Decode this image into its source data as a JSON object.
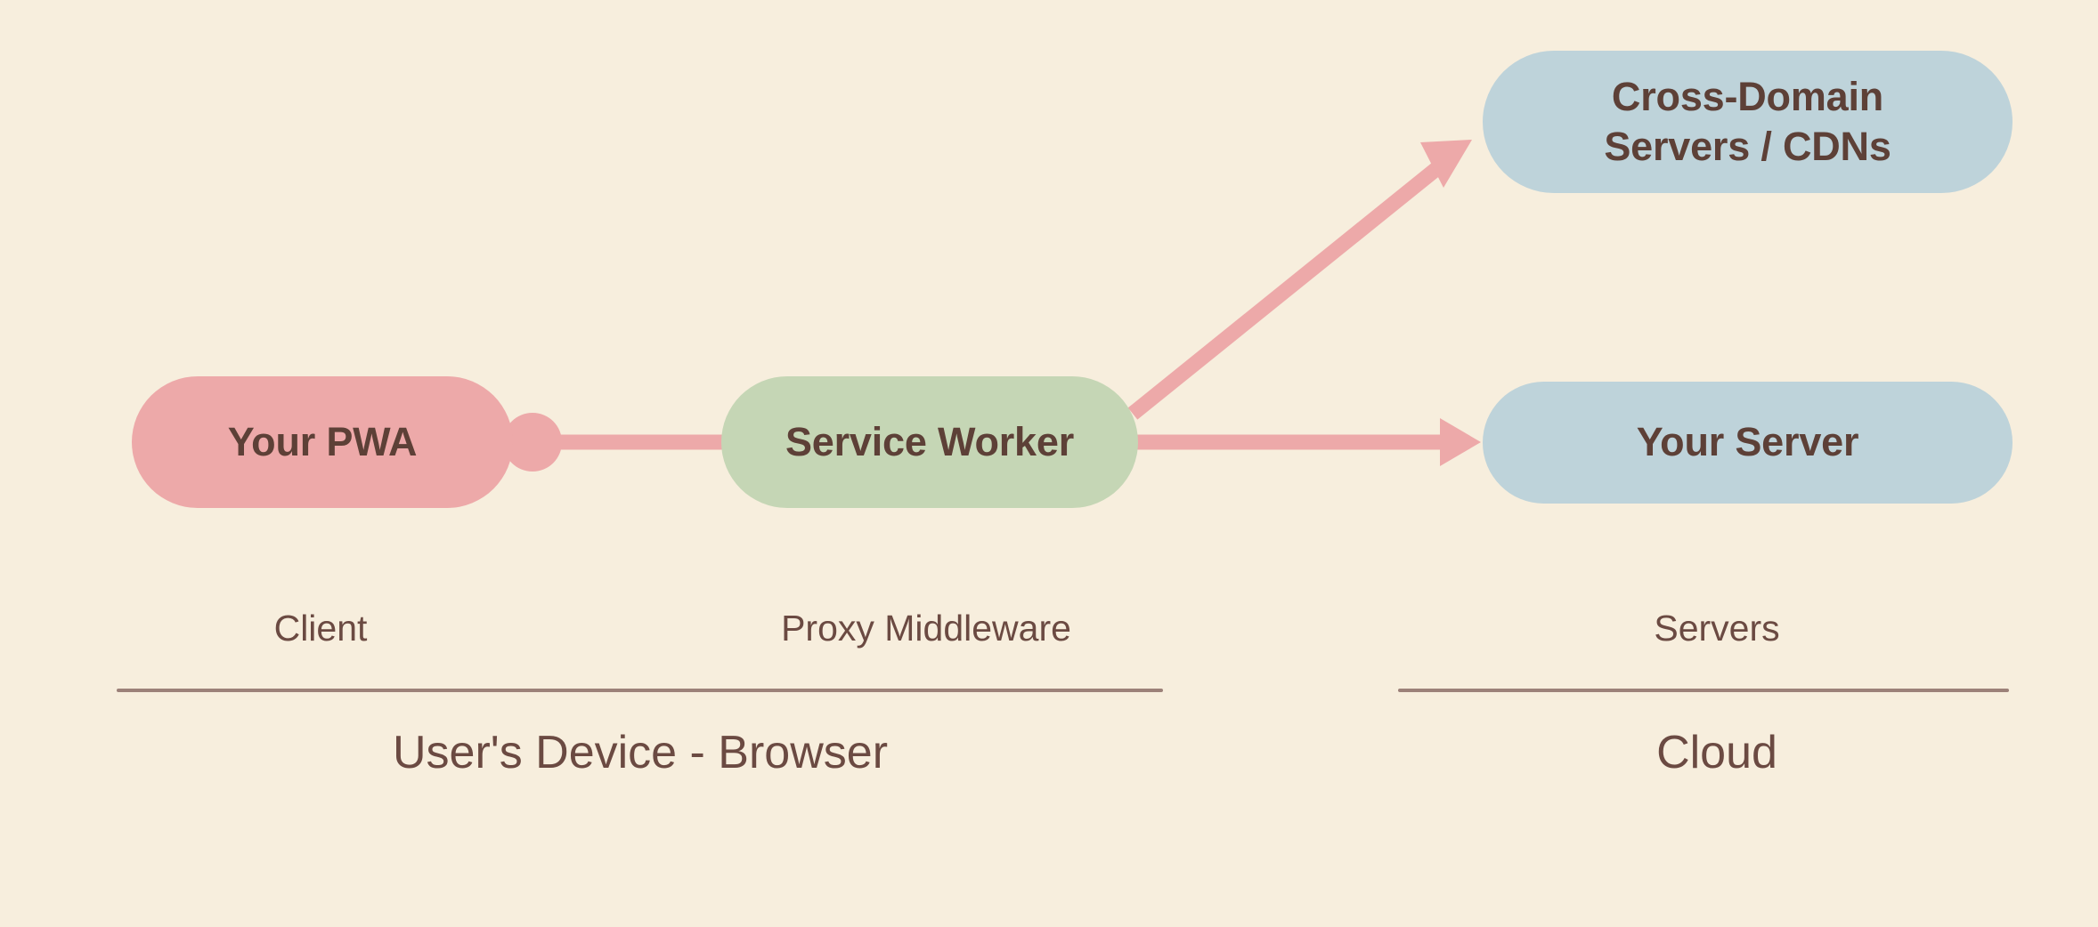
{
  "diagram": {
    "background_color": "#f7eedd",
    "text_color": "#5d4037",
    "connector_color": "#eda9a9",
    "divider_color": "#9c8179",
    "nodes": [
      {
        "id": "pwa",
        "label": "Your PWA",
        "color": "#eda9a9"
      },
      {
        "id": "sw",
        "label": "Service Worker",
        "color": "#c5d6b5"
      },
      {
        "id": "cdn",
        "label": "Cross-Domain\nServers / CDNs",
        "color": "#bed3da",
        "line1": "Cross-Domain",
        "line2": "Servers / CDNs"
      },
      {
        "id": "server",
        "label": "Your Server",
        "color": "#bed3da"
      }
    ],
    "zone_labels": {
      "client": "Client",
      "proxy": "Proxy Middleware",
      "servers": "Servers"
    },
    "zone_titles": {
      "device": "User's Device - Browser",
      "cloud": "Cloud"
    },
    "connections": [
      {
        "id": "pwa-sw",
        "from": "pwa",
        "to": "sw",
        "start_marker": "circle-dot",
        "end_marker": "none"
      },
      {
        "id": "sw-server",
        "from": "sw",
        "to": "server",
        "start_marker": "none",
        "end_marker": "arrowhead"
      },
      {
        "id": "sw-cdn",
        "from": "sw",
        "to": "cdn",
        "start_marker": "none",
        "end_marker": "arrowhead"
      }
    ]
  }
}
